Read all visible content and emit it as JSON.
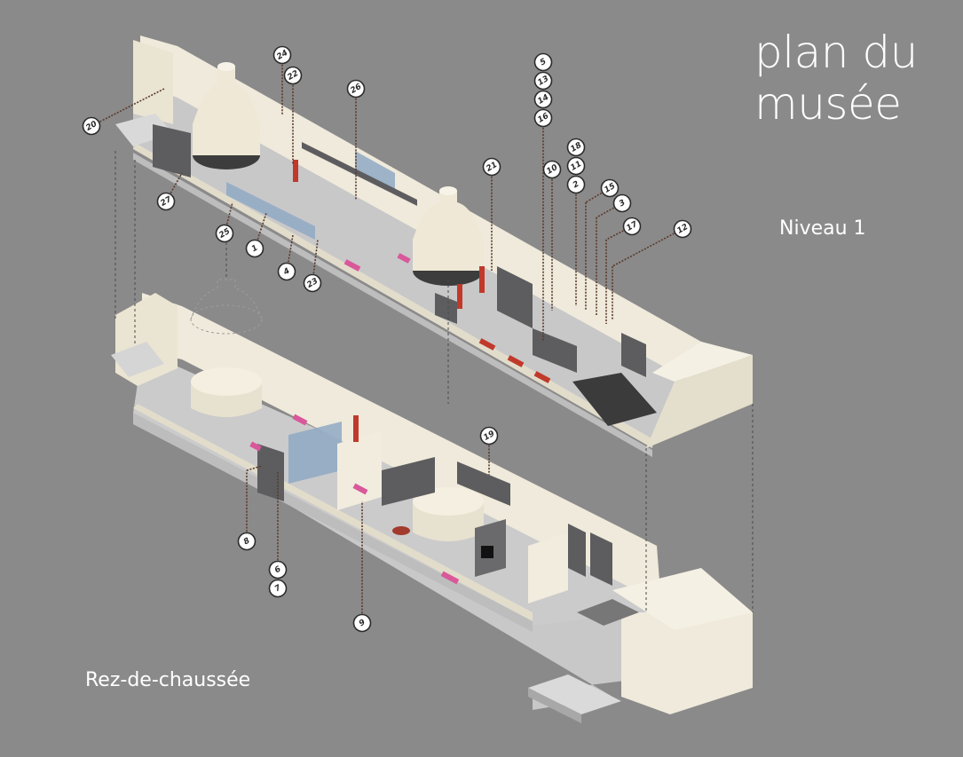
{
  "title": {
    "line1": "plan du",
    "line2": "musée"
  },
  "levels": {
    "upper": "Niveau 1",
    "ground": "Rez-de-chaussée"
  },
  "markers_upper": [
    {
      "id": "m20",
      "label": "20"
    },
    {
      "id": "m24",
      "label": "24"
    },
    {
      "id": "m22",
      "label": "22"
    },
    {
      "id": "m26",
      "label": "26"
    },
    {
      "id": "m27",
      "label": "27"
    },
    {
      "id": "m25",
      "label": "25"
    },
    {
      "id": "m1",
      "label": "1"
    },
    {
      "id": "m4",
      "label": "4"
    },
    {
      "id": "m23",
      "label": "23"
    },
    {
      "id": "m21",
      "label": "21"
    },
    {
      "id": "m5",
      "label": "5"
    },
    {
      "id": "m13",
      "label": "13"
    },
    {
      "id": "m14",
      "label": "14"
    },
    {
      "id": "m16",
      "label": "16"
    },
    {
      "id": "m10",
      "label": "10"
    },
    {
      "id": "m18",
      "label": "18"
    },
    {
      "id": "m11",
      "label": "11"
    },
    {
      "id": "m2",
      "label": "2"
    },
    {
      "id": "m15",
      "label": "15"
    },
    {
      "id": "m3",
      "label": "3"
    },
    {
      "id": "m17",
      "label": "17"
    },
    {
      "id": "m12",
      "label": "12"
    }
  ],
  "markers_ground": [
    {
      "id": "m19",
      "label": "19"
    },
    {
      "id": "m8",
      "label": "8"
    },
    {
      "id": "m6",
      "label": "6"
    },
    {
      "id": "m7",
      "label": "7"
    },
    {
      "id": "m9",
      "label": "9"
    }
  ],
  "colors": {
    "background": "#8b8a8a",
    "wall": "#efeadb",
    "wall_shade": "#d9d3c0",
    "floor": "#c9c9c9",
    "dark_panel": "#5d5d5f",
    "glass": "#8fa9c4",
    "accent_red": "#c0392b",
    "accent_pink": "#d9589a"
  }
}
